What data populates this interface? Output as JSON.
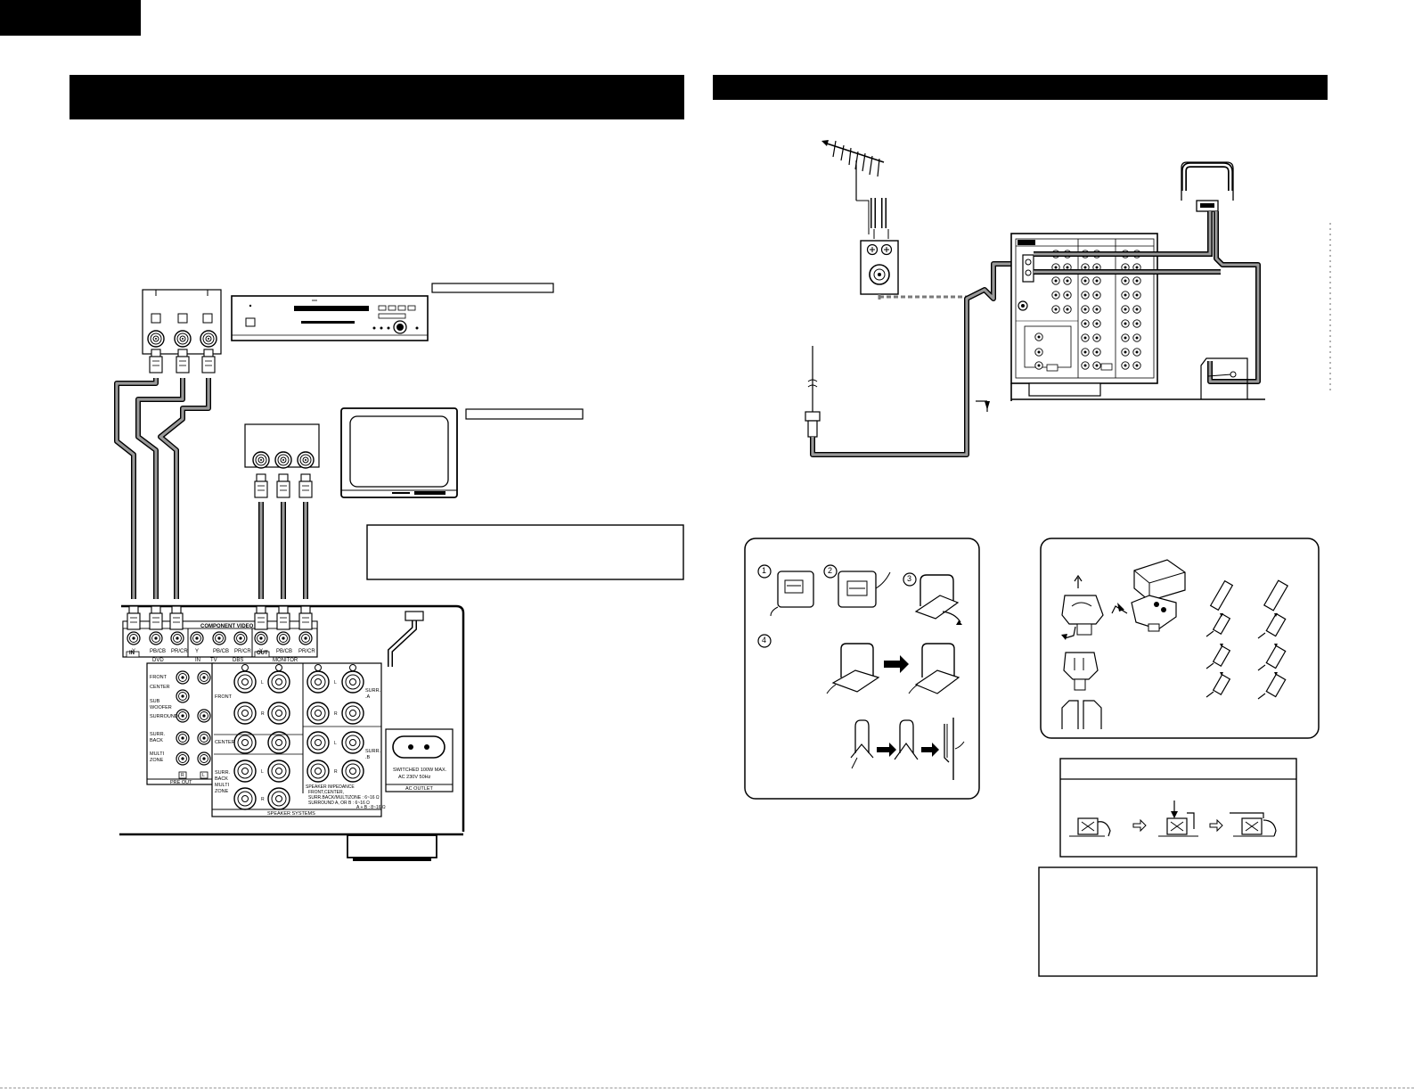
{
  "panel_labels": {
    "component_video": "COMPONENT VIDEO",
    "y": "Y",
    "pb_cb": "PB/CB",
    "pr_cr": "PR/CR",
    "in": "IN",
    "out": "OUT",
    "dvd": "DVD",
    "tv": "TV",
    "dbs": "DBS",
    "monitor": "MONITOR"
  },
  "preout_labels": {
    "front": "FRONT",
    "center": "CENTER",
    "sub_woofer": "SUB\nWOOFER",
    "surround": "SURROUND",
    "surr_back": "SURR.\nBACK",
    "multi_zone": "MULTI\nZONE",
    "r": "R",
    "l": "L",
    "pre_out": "PRE OUT"
  },
  "speaker_labels": {
    "front": "FRONT",
    "center": "CENTER",
    "surr_back_multi_zone": "SURR.\nBACK\nMULTI\nZONE",
    "surr_a": "SURR.\n.A",
    "surr_b": "SURR.\n.B",
    "l": "L",
    "r": "R",
    "speaker_systems": "SPEAKER SYSTEMS",
    "impedance_title": "SPEAKER IMPEDANCE",
    "impedance_line1": "FRONT,CENTER,",
    "impedance_line2": "SURR.BACK/MULTIZONE : 6~16 Ω",
    "impedance_line3": "SURROUND  A, OR B : 6~16 Ω",
    "impedance_line4": "A + B : 8~16 Ω"
  },
  "ac_outlet": {
    "line1": "SWITCHED 100W MAX.",
    "line2": "AC 230V  50Hz",
    "title": "AC OUTLET"
  },
  "steps": {
    "one": "1",
    "two": "2",
    "three": "3",
    "four": "4"
  }
}
